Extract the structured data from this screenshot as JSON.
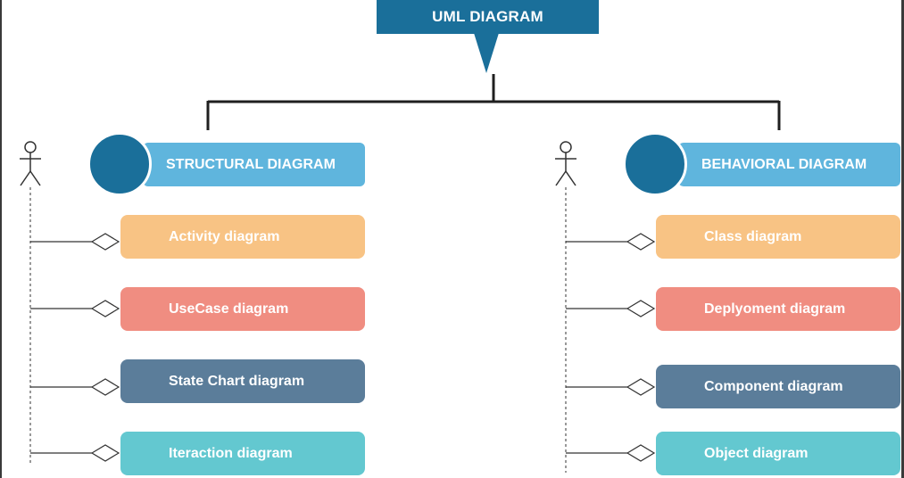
{
  "root": {
    "label": "UML DIAGRAM",
    "color": "#1a6f9a"
  },
  "branches": [
    {
      "label": "STRUCTURAL DIAGRAM",
      "items": [
        {
          "label": "Activity diagram",
          "color": "#f8c384"
        },
        {
          "label": "UseCase diagram",
          "color": "#f08d81"
        },
        {
          "label": "State Chart diagram",
          "color": "#5b7d9a"
        },
        {
          "label": "Iteraction diagram",
          "color": "#63c8d0"
        }
      ]
    },
    {
      "label": "BEHAVIORAL DIAGRAM",
      "items": [
        {
          "label": "Class diagram",
          "color": "#f8c384"
        },
        {
          "label": "Deplyoment diagram",
          "color": "#f08d81"
        },
        {
          "label": "Component diagram",
          "color": "#5b7d9a"
        },
        {
          "label": "Object diagram",
          "color": "#63c8d0"
        }
      ]
    }
  ],
  "colors": {
    "header_pill": "#5fb5dd",
    "circle": "#1a6f9a",
    "line": "#1f1f1f"
  }
}
